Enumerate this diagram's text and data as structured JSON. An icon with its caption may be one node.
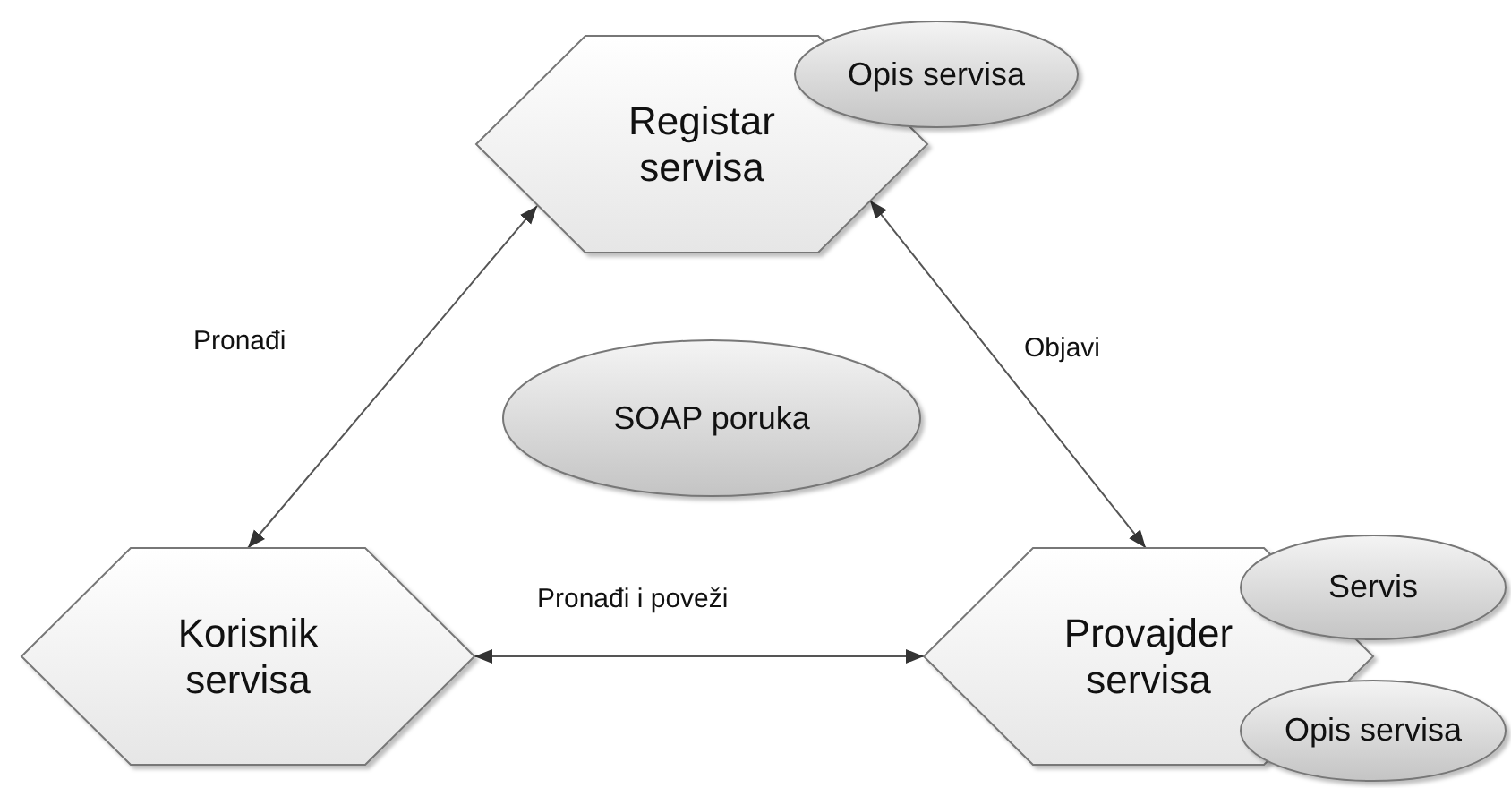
{
  "diagram": {
    "nodes": [
      {
        "text": [
          "Registar servisa"
        ]
      },
      {
        "text": [
          "Opis servisa"
        ]
      },
      {
        "text": [
          "SOAP poruka"
        ]
      },
      {
        "text": [
          "Korisnik servisa"
        ]
      },
      {
        "text": [
          "Provajder servisa"
        ]
      },
      {
        "text": [
          "Servis"
        ]
      },
      {
        "text": [
          "Opis servisa"
        ]
      }
    ],
    "edges": [
      {
        "from": 3,
        "to": 0,
        "arrow": "both",
        "label": "Pronađi"
      },
      {
        "from": 0,
        "to": 4,
        "arrow": "both",
        "label": "Objavi"
      },
      {
        "from": 3,
        "to": 4,
        "arrow": "both",
        "label": "Pronađi i poveži"
      }
    ]
  }
}
